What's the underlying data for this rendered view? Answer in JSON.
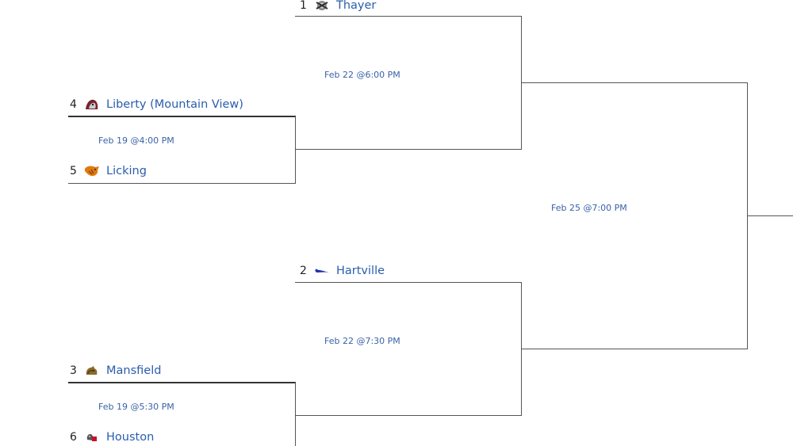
{
  "teams": {
    "t1": {
      "seed": "1",
      "name": "Thayer",
      "logo": "raider-icon"
    },
    "t4": {
      "seed": "4",
      "name": "Liberty (Mountain View)",
      "logo": "eagle-icon"
    },
    "t5": {
      "seed": "5",
      "name": "Licking",
      "logo": "wildcat-icon"
    },
    "t2": {
      "seed": "2",
      "name": "Hartville",
      "logo": "eagle-swoosh-icon"
    },
    "t3": {
      "seed": "3",
      "name": "Mansfield",
      "logo": "lion-icon"
    },
    "t6": {
      "seed": "6",
      "name": "Houston",
      "logo": "tiger-icon"
    }
  },
  "games": {
    "g1": "Feb 19 @4:00 PM",
    "g2": "Feb 19 @5:30 PM",
    "g3": "Feb 22 @6:00 PM",
    "g4": "Feb 22 @7:30 PM",
    "g5": "Feb 25 @7:00 PM"
  },
  "colors": {
    "link": "#2a5dad",
    "time": "#3a62a8",
    "line": "#555555"
  }
}
